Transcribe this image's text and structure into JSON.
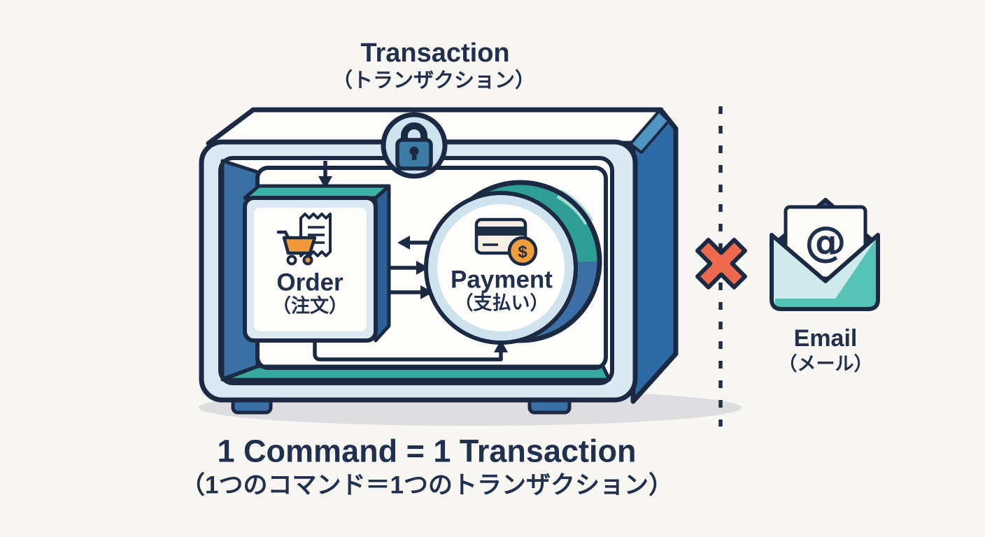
{
  "title": {
    "en": "Transaction",
    "ja": "（トランザクション）"
  },
  "diagram": {
    "order": {
      "en": "Order",
      "ja": "（注文）"
    },
    "payment": {
      "en": "Payment",
      "ja": "（支払い）",
      "coin_symbol": "$"
    },
    "email": {
      "en": "Email",
      "ja": "（メール）",
      "at_symbol": "@"
    }
  },
  "caption": {
    "en": "1 Command = 1 Transaction",
    "ja": "（1つのコマンド＝1つのトランザクション）"
  },
  "colors": {
    "background": "#f8f7f4",
    "outline_navy": "#1b2a42",
    "text_navy": "#21304d",
    "frame_light_blue": "#dce9f2",
    "frame_blue": "#3a6fa3",
    "teal": "#38aa9d",
    "accent_orange": "#f0993c",
    "cross_red": "#ed6a4e"
  }
}
